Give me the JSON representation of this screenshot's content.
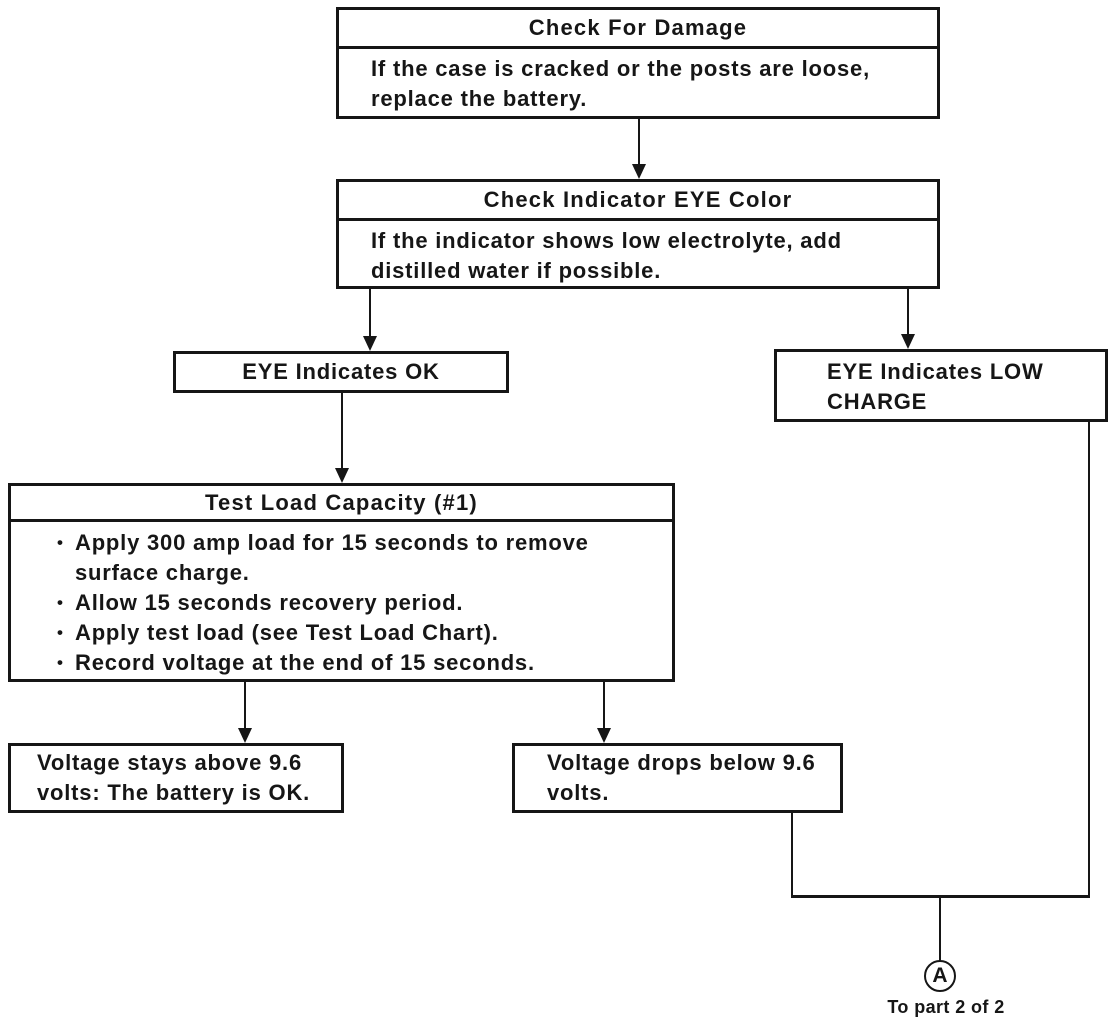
{
  "colors": {
    "ink": "#161616",
    "paper": "#ffffff"
  },
  "flowchart": {
    "check_damage": {
      "title": "Check For Damage",
      "body_lines": [
        "If the case is cracked or the posts are loose,",
        "replace the battery."
      ]
    },
    "check_eye": {
      "title": "Check Indicator EYE Color",
      "body_lines": [
        "If the indicator shows low electrolyte, add",
        "distilled water if possible."
      ]
    },
    "eye_ok": {
      "label": "EYE Indicates OK"
    },
    "eye_low": {
      "label_lines": [
        "EYE Indicates LOW",
        "CHARGE"
      ]
    },
    "test_load": {
      "title": "Test Load Capacity (#1)",
      "bullet_glyph": "•",
      "bullets": [
        [
          "Apply 300 amp load for 15 seconds to remove",
          "surface charge."
        ],
        [
          "Allow 15 seconds recovery period."
        ],
        [
          "Apply test load (see Test Load Chart)."
        ],
        [
          "Record voltage at the end of 15 seconds."
        ]
      ]
    },
    "volt_ok": {
      "label_lines": [
        "Voltage stays above 9.6",
        "volts: The battery is OK."
      ]
    },
    "volt_low": {
      "label_lines": [
        "Voltage drops below 9.6",
        "volts."
      ]
    },
    "offpage": {
      "letter": "A",
      "caption": "To part 2 of 2"
    }
  }
}
